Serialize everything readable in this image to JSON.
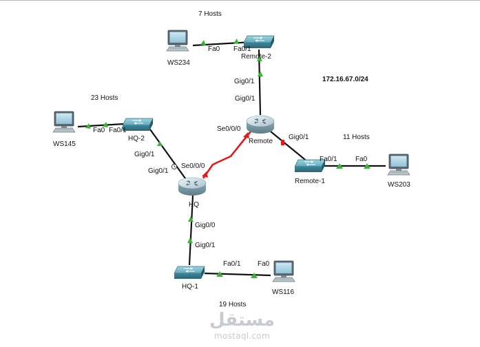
{
  "network": "172.16.67.0/24",
  "hosts": {
    "remote2": "7 Hosts",
    "hq2": "23 Hosts",
    "remote1": "11 Hosts",
    "hq1": "19 Hosts"
  },
  "devices": {
    "ws234": "WS234",
    "remote2": "Remote-2",
    "ws145": "WS145",
    "hq2": "HQ-2",
    "remote": "Remote",
    "hq": "HQ",
    "remote1": "Remote-1",
    "ws203": "WS203",
    "hq1": "HQ-1",
    "ws116": "WS116"
  },
  "ports": {
    "ws234_fa0": "Fa0",
    "r2_fa01": "Fa0/1",
    "r2_gig01": "Gig0/1",
    "remote_gig01_up": "Gig0/1",
    "ws145_fa0": "Fa0",
    "hq2_fa01": "Fa0/1",
    "hq2_gig01": "Gig0/1",
    "hq_gig01": "Gig0/1",
    "remote_se000": "Se0/0/0",
    "hq_se000": "Se0/0/0",
    "remote_gig01_r1": "Gig0/1",
    "r1_fa01": "Fa0/1",
    "ws203_fa0": "Fa0",
    "hq_gig00": "Gig0/0",
    "hq1_gig01": "Gig0/1",
    "hq1_fa01": "Fa0/1",
    "ws116_fa0": "Fa0"
  },
  "watermark": {
    "arabic": "مستقل",
    "latin": "mostaql.com"
  },
  "colors": {
    "link": "#111111",
    "serial": "#e01b1b",
    "up": "#3ab53a",
    "down": "#e01b1b"
  }
}
